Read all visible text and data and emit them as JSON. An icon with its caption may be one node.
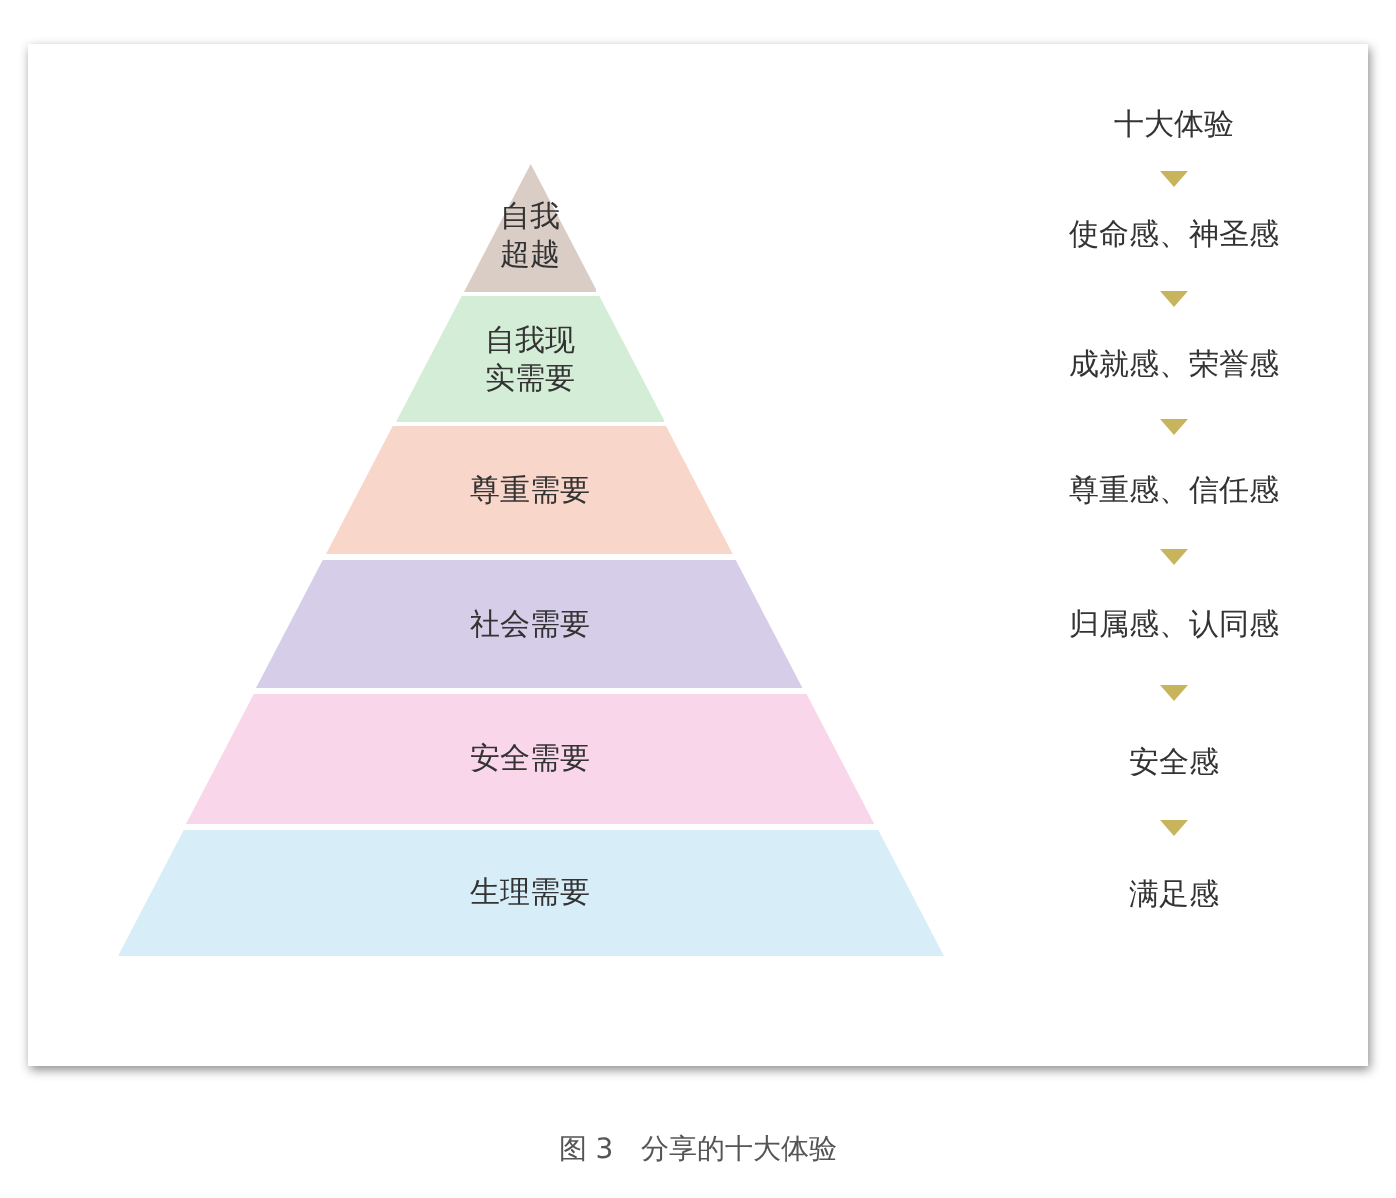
{
  "diagram": {
    "caption": "图 3　分享的十大体验",
    "nodes": [
      {
        "text": [
          "自我超越"
        ]
      },
      {
        "text": [
          "自我现实需要"
        ]
      },
      {
        "text": [
          "尊重需要"
        ]
      },
      {
        "text": [
          "社会需要"
        ]
      },
      {
        "text": [
          "安全需要"
        ]
      },
      {
        "text": [
          "生理需要"
        ]
      },
      {
        "text": [
          "十大体验"
        ]
      },
      {
        "text": [
          "使命感、神圣感"
        ]
      },
      {
        "text": [
          "成就感、荣誉感"
        ]
      },
      {
        "text": [
          "尊重感、信任感"
        ]
      },
      {
        "text": [
          "归属感、认同感"
        ]
      },
      {
        "text": [
          "安全感"
        ]
      },
      {
        "text": [
          "满足感"
        ]
      }
    ],
    "edges": [
      {
        "from": 6,
        "to": 7,
        "arrow": "to"
      },
      {
        "from": 7,
        "to": 8,
        "arrow": "to"
      },
      {
        "from": 8,
        "to": 9,
        "arrow": "to"
      },
      {
        "from": 9,
        "to": 10,
        "arrow": "to"
      },
      {
        "from": 10,
        "to": 11,
        "arrow": "to"
      },
      {
        "from": 11,
        "to": 12,
        "arrow": "to"
      }
    ]
  }
}
